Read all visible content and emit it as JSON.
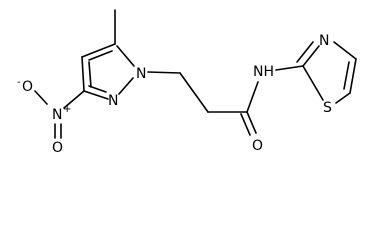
{
  "labels": {
    "ring_n": "N",
    "ring_n2": "N",
    "nitro_n": "N",
    "nitro_plus": "+",
    "nitro_o_top": "O",
    "nitro_o_top_minus": "-",
    "nitro_o_bottom": "O",
    "amide_o": "O",
    "amide_nh": "NH",
    "thiazole_n": "N",
    "thiazole_s": "S"
  }
}
